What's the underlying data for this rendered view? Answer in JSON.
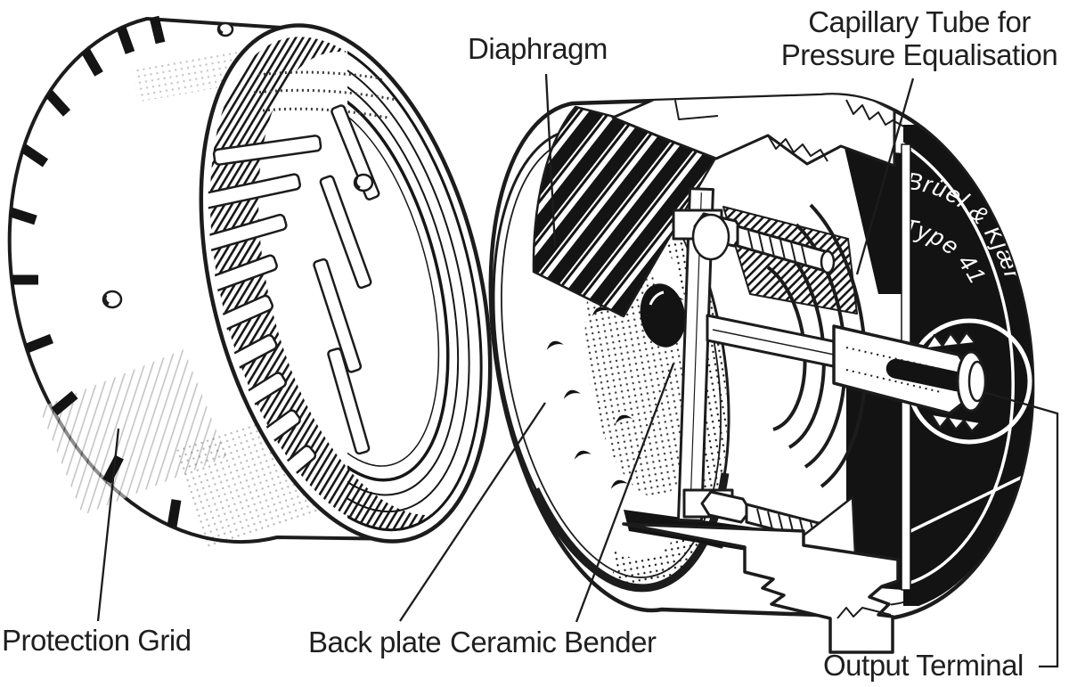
{
  "figure": {
    "type": "technical-illustration",
    "subject": "Condenser microphone capsule exploded cutaway drawing",
    "ink_color": "#1c1c1c",
    "paper_color": "#ffffff",
    "labels": {
      "diaphragm": "Diaphragm",
      "capillary_tube_line1": "Capillary Tube for",
      "capillary_tube_line2": "Pressure Equalisation",
      "protection_grid": "Protection Grid",
      "back_plate": "Back plate",
      "ceramic_bender": "Ceramic Bender",
      "output_terminal": "Output Terminal"
    },
    "device_markings": {
      "brand": "Brüel & Kjær",
      "model": "Type 41"
    }
  }
}
